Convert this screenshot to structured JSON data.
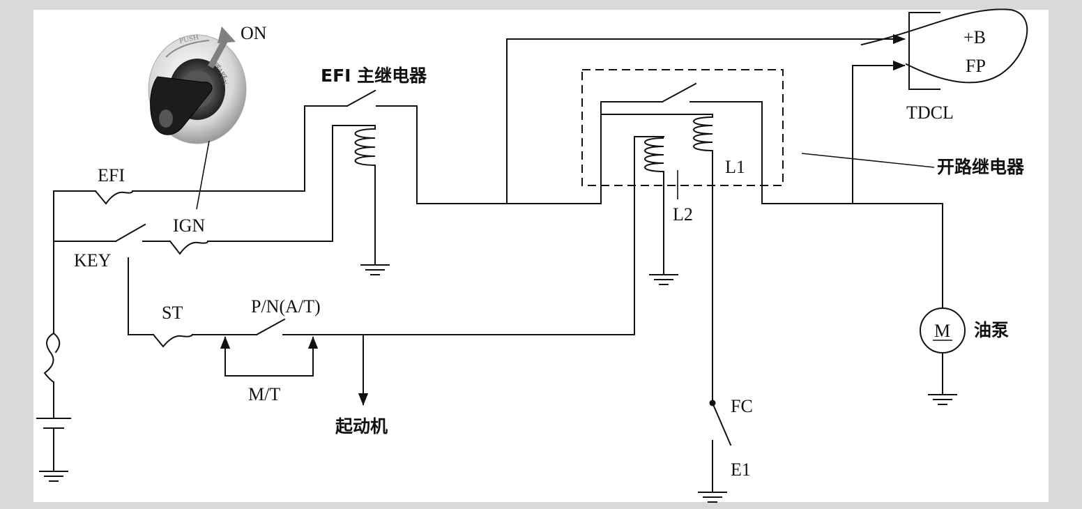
{
  "labels": {
    "on": "ON",
    "efi_fuse": "EFI",
    "efi_main_relay": "EFI 主继电器",
    "ign_fuse": "IGN",
    "key_switch": "KEY",
    "st_fuse": "ST",
    "pn_switch": "P/N(A/T)",
    "mt": "M/T",
    "starter": "起动机",
    "l1": "L1",
    "l2": "L2",
    "open_circuit_relay": "开路继电器",
    "tdcl": "TDCL",
    "plus_b": "+B",
    "fp": "FP",
    "motor": "M",
    "fuel_pump": "油泵",
    "fc": "FC",
    "e1": "E1"
  },
  "ignition_key_markings": [
    "PUSH",
    "ACC",
    "ON",
    "START"
  ],
  "colors": {
    "background": "#d9d9d9",
    "panel": "#ffffff",
    "wire": "#111111",
    "key_arrow": "#808080"
  }
}
